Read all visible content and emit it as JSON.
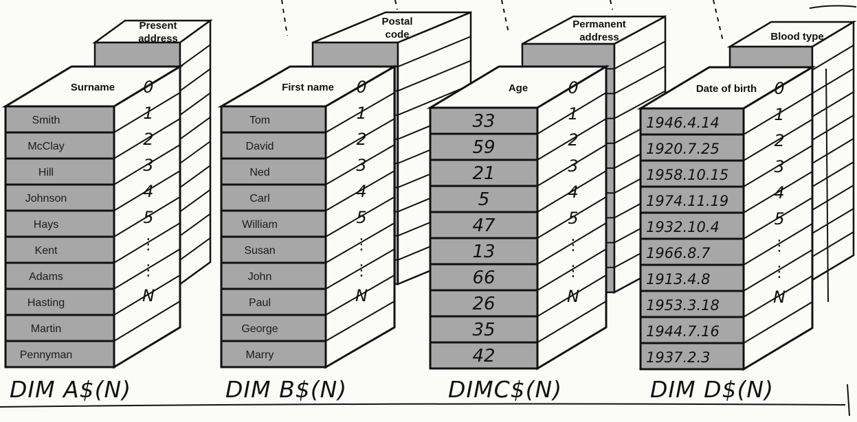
{
  "back_labels": [
    "Present address",
    "Postal code",
    "Permanent address",
    "Blood type"
  ],
  "arrays": [
    {
      "header": "Surname",
      "values": [
        "Smith",
        "McClay",
        "Hill",
        "Johnson",
        "Hays",
        "Kent",
        "Adams",
        "Hasting",
        "Martin",
        "Pennyman"
      ],
      "indices": [
        "0",
        "1",
        "2",
        "3",
        "4",
        "5",
        "⋮",
        "⋮",
        "N"
      ],
      "dim_label": "DIM A$(N)"
    },
    {
      "header": "First name",
      "values": [
        "Tom",
        "David",
        "Ned",
        "Carl",
        "William",
        "Susan",
        "John",
        "Paul",
        "George",
        "Marry"
      ],
      "indices": [
        "0",
        "1",
        "2",
        "3",
        "4",
        "5",
        "⋮",
        "⋮",
        "N"
      ],
      "dim_label": "DIM B$(N)"
    },
    {
      "header": "Age",
      "values": [
        "33",
        "59",
        "21",
        "5",
        "47",
        "13",
        "66",
        "26",
        "35",
        "42"
      ],
      "indices": [
        "0",
        "1",
        "2",
        "3",
        "4",
        "5",
        "⋮",
        "⋮",
        "N"
      ],
      "dim_label": "DIMC$(N)"
    },
    {
      "header": "Date of birth",
      "values": [
        "1946.4.14",
        "1920.7.25",
        "1958.10.15",
        "1974.11.19",
        "1932.10.4",
        "1966.8.7",
        "1913.4.8",
        "1953.3.18",
        "1944.7.16",
        "1937.2.3"
      ],
      "indices": [
        "0",
        "1",
        "2",
        "3",
        "4",
        "5",
        "⋮",
        "⋮",
        "N"
      ],
      "dim_label": "DIM D$(N)"
    }
  ],
  "colors": {
    "cell_fill": "#a7a7a7",
    "paper": "#fbfbf8",
    "ink": "#111111"
  }
}
